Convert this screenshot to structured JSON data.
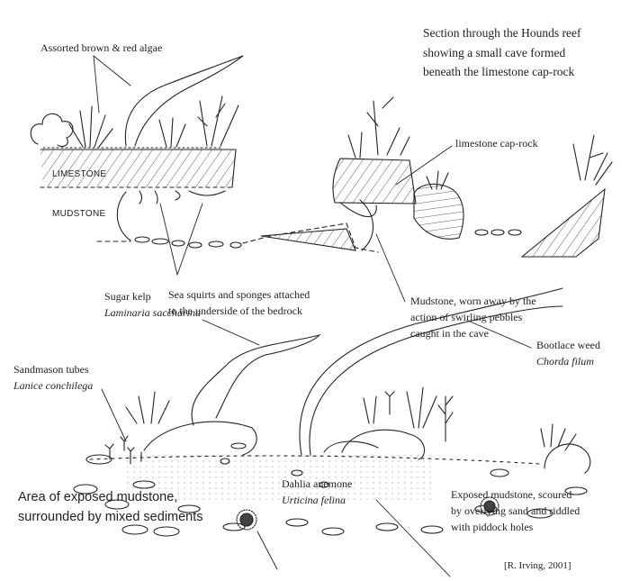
{
  "top_section": {
    "title_lines": [
      "Section through the Hounds reef",
      "showing a small cave formed",
      "beneath the limestone cap-rock"
    ],
    "labels": {
      "algae": "Assorted brown & red algae",
      "limestone": "LIMESTONE",
      "mudstone": "MUDSTONE",
      "cap_rock": "limestone cap-rock",
      "sea_squirts": [
        "Sea squirts and sponges attached",
        "to the underside of the bedrock"
      ],
      "mudstone_worn": [
        "Mudstone, worn away by the",
        "action of swirling pebbles",
        "caught in the cave"
      ]
    }
  },
  "bottom_section": {
    "sugar_kelp": {
      "common": "Sugar kelp",
      "latin": "Laminaria saccharina"
    },
    "bootlace": {
      "common": "Bootlace weed",
      "latin": "Chorda filum"
    },
    "sandmason": {
      "common": "Sandmason tubes",
      "latin": "Lanice conchilega"
    },
    "dahlia": {
      "common": "Dahlia anemone",
      "latin": "Urticina felina"
    },
    "area_caption": [
      "Area of exposed mudstone,",
      "surrounded by mixed sediments"
    ],
    "exposed_mudstone": [
      "Exposed mudstone, scoured",
      "by overlying sand and riddled",
      "with piddock holes"
    ]
  },
  "credit": "[R. Irving, 2001]"
}
